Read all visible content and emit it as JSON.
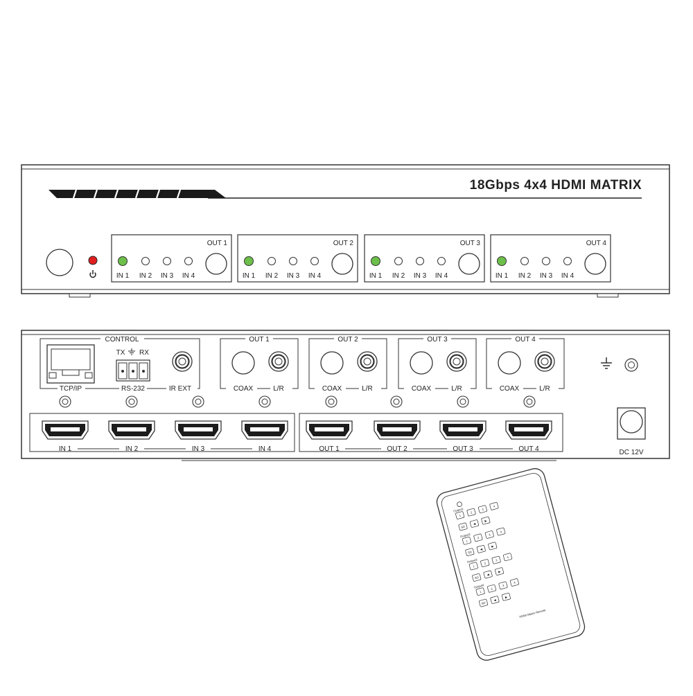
{
  "front_panel": {
    "title": "18Gbps 4x4 HDMI MATRIX",
    "power_icon": "power-icon",
    "power_led_color": "#e02020",
    "selected_led_color": "#6cc04a",
    "groups": [
      {
        "label": "OUT 1",
        "inputs": [
          "IN 1",
          "IN 2",
          "IN 3",
          "IN 4"
        ]
      },
      {
        "label": "OUT 2",
        "inputs": [
          "IN 1",
          "IN 2",
          "IN 3",
          "IN 4"
        ]
      },
      {
        "label": "OUT 3",
        "inputs": [
          "IN 1",
          "IN 2",
          "IN 3",
          "IN 4"
        ]
      },
      {
        "label": "OUT 4",
        "inputs": [
          "IN 1",
          "IN 2",
          "IN 3",
          "IN 4"
        ]
      }
    ]
  },
  "rear_panel": {
    "control_label": "CONTROL",
    "tcpip_label": "TCP/IP",
    "rs232_label": "RS-232",
    "tx_label": "TX",
    "rx_label": "RX",
    "ground_icon": "ground-icon",
    "ir_ext_label": "IR EXT",
    "audio_outputs": [
      {
        "label": "OUT 1",
        "coax": "COAX",
        "lr": "L/R"
      },
      {
        "label": "OUT 2",
        "coax": "COAX",
        "lr": "L/R"
      },
      {
        "label": "OUT 3",
        "coax": "COAX",
        "lr": "L/R"
      },
      {
        "label": "OUT 4",
        "coax": "COAX",
        "lr": "L/R"
      }
    ],
    "hdmi_inputs": [
      "IN 1",
      "IN 2",
      "IN 3",
      "IN 4"
    ],
    "hdmi_outputs": [
      "OUT 1",
      "OUT 2",
      "OUT 3",
      "OUT 4"
    ],
    "dc_label": "DC 12V"
  },
  "remote": {
    "label": "HDMI Matrix Remote",
    "output_labels": [
      "Output1",
      "Output2",
      "Output3",
      "Output4"
    ],
    "rows": [
      [
        "1",
        "2",
        "3",
        "4"
      ],
      [
        "SD",
        "◀",
        "▶"
      ],
      [
        "1",
        "2",
        "3",
        "4"
      ],
      [
        "SD",
        "◀",
        "▶"
      ],
      [
        "1",
        "2",
        "3",
        "4"
      ],
      [
        "SD",
        "◀",
        "▶"
      ],
      [
        "1",
        "2",
        "3",
        "4"
      ],
      [
        "SD",
        "◀",
        "▶"
      ]
    ]
  }
}
